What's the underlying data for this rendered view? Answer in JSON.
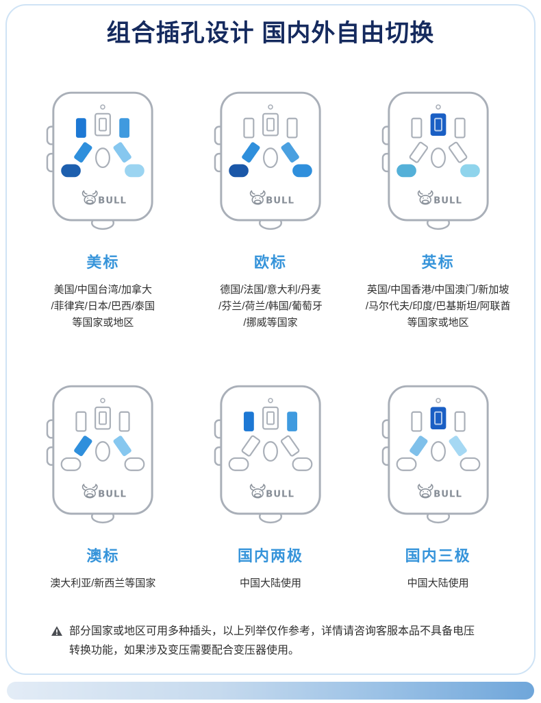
{
  "page": {
    "title": "组合插孔设计 国内外自由切换"
  },
  "brand": {
    "logo_text": "BULL"
  },
  "colors": {
    "title_navy": "#152a5e",
    "label_blue": "#3694da",
    "card_border_blue": "#cfe3f5",
    "outline_gray": "#a9afb8",
    "hole_dark_blue": "#1a5fc4",
    "hole_mid_blue": "#2f8fdc",
    "hole_light_blue": "#86c7ef"
  },
  "standards": [
    {
      "id": "us",
      "label": "美标",
      "desc": "美国/中国台湾/加拿大\n/菲律宾/日本/巴西/泰国\n等国家或地区",
      "holes": {
        "vert_left": "#1d78d4",
        "vert_right": "#3f9adf",
        "diag_left": "#2f8fdc",
        "diag_right": "#86c7ef",
        "side_left": "#1d5fae",
        "side_right": "#9bd4f1"
      }
    },
    {
      "id": "eu",
      "label": "欧标",
      "desc": "德国/法国/意大利/丹麦\n/芬兰/荷兰/韩国/葡萄牙\n/挪威等国家",
      "holes": {
        "diag_left": "#2f8fdc",
        "diag_right": "#4aa0e0",
        "side_left": "#1a57a8",
        "side_right": "#2f8fdc"
      }
    },
    {
      "id": "uk",
      "label": "英标",
      "desc": "英国/中国香港/中国澳门/新加坡\n/马尔代夫/印度/巴基斯坦/阿联酋\n等国家或地区",
      "holes": {
        "top_slot": "#1a5fc4",
        "side_left": "#54b0d8",
        "side_right": "#8fd4ec"
      }
    },
    {
      "id": "au",
      "label": "澳标",
      "desc": "澳大利亚/新西兰等国家",
      "holes": {
        "diag_left": "#2f8fdc",
        "diag_right": "#86c7ef"
      }
    },
    {
      "id": "cn2",
      "label": "国内两极",
      "desc": "中国大陆使用",
      "holes": {
        "vert_left": "#1d78d4",
        "vert_right": "#3f9adf"
      }
    },
    {
      "id": "cn3",
      "label": "国内三极",
      "desc": "中国大陆使用",
      "holes": {
        "top_slot": "#1a5fc4",
        "diag_left": "#7fc0ea",
        "diag_right": "#a5d8f3"
      }
    }
  ],
  "disclaimer": {
    "text": "部分国家或地区可用多种插头，以上列举仅作参考，详情请咨询客服本品不具备电压\n转换功能，如果涉及变压需要配合变压器使用。"
  }
}
